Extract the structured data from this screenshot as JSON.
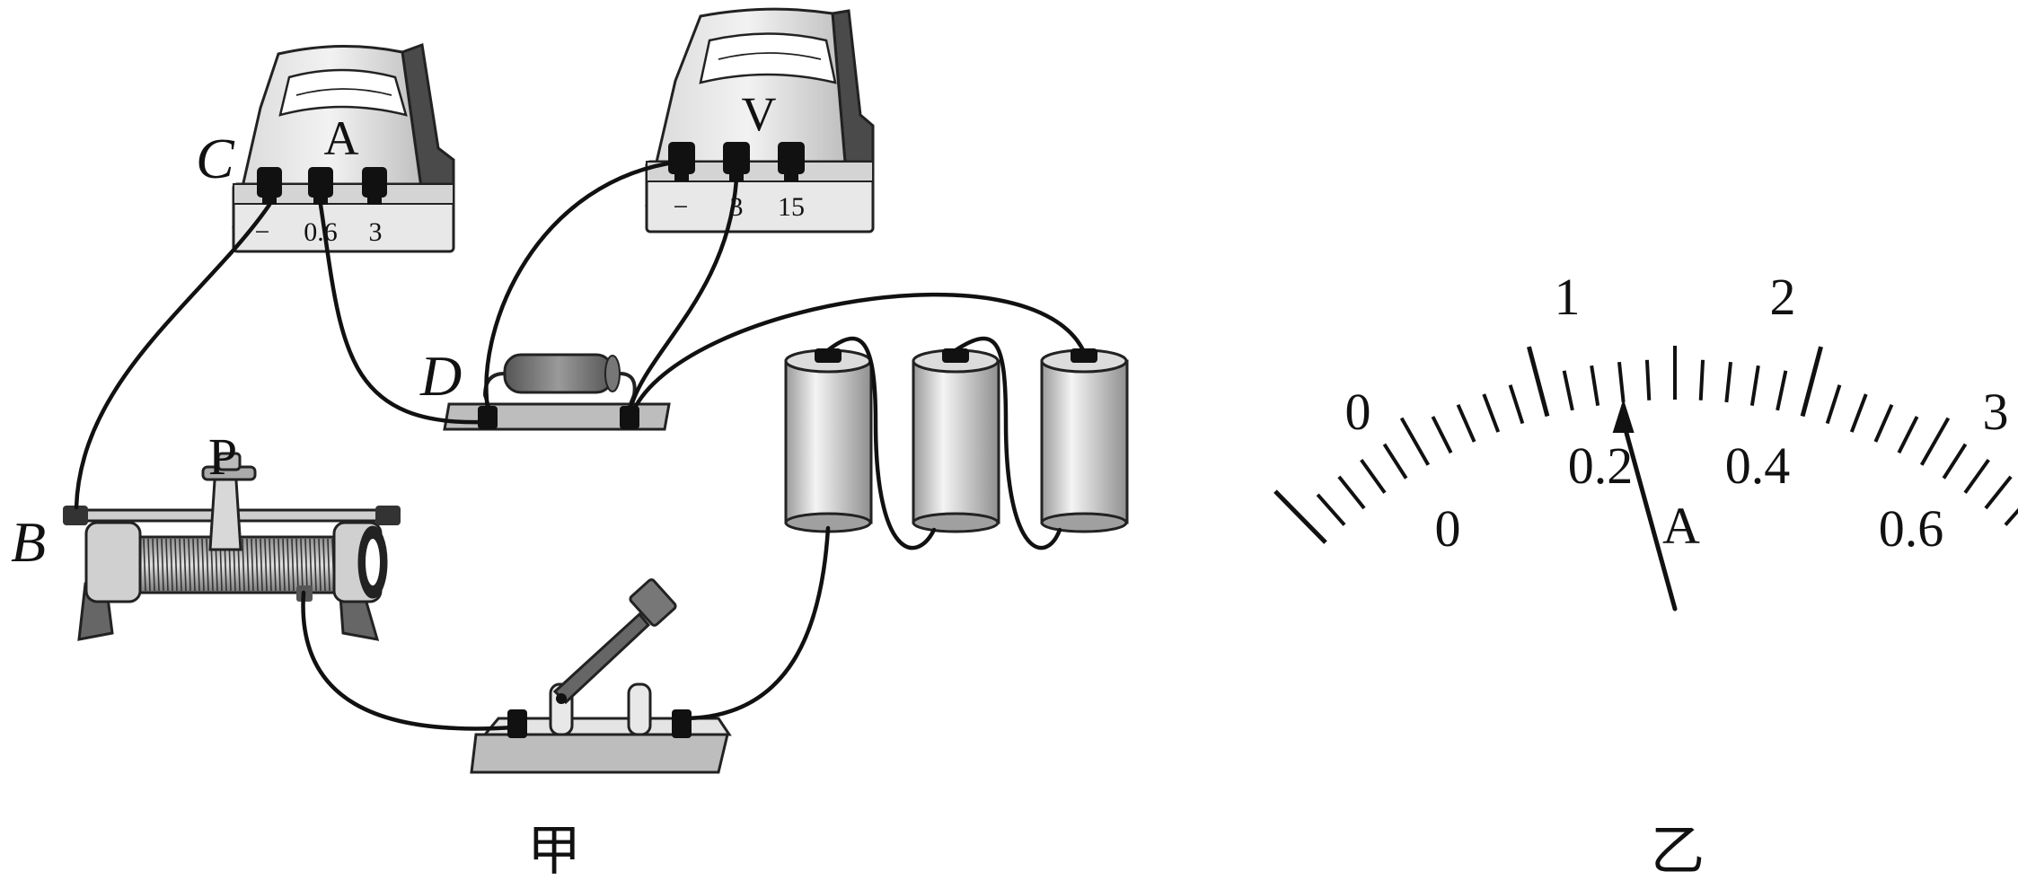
{
  "figure_jia": {
    "caption": "甲",
    "point_labels": {
      "C": "C",
      "D": "D",
      "B": "B",
      "P": "P"
    },
    "ammeter": {
      "symbol": "A",
      "terminals": [
        "−",
        "0.6",
        "3"
      ]
    },
    "voltmeter": {
      "symbol": "V",
      "terminals": [
        "−",
        "3",
        "15"
      ]
    }
  },
  "figure_yi": {
    "caption": "乙",
    "symbol": "A",
    "outer_scale_labels": [
      "0",
      "1",
      "2",
      "3"
    ],
    "inner_scale_labels": [
      "0",
      "0.2",
      "0.4",
      "0.6"
    ],
    "needle_reading_small_range": 0.26,
    "needle_reading_large_range": 1.3
  }
}
